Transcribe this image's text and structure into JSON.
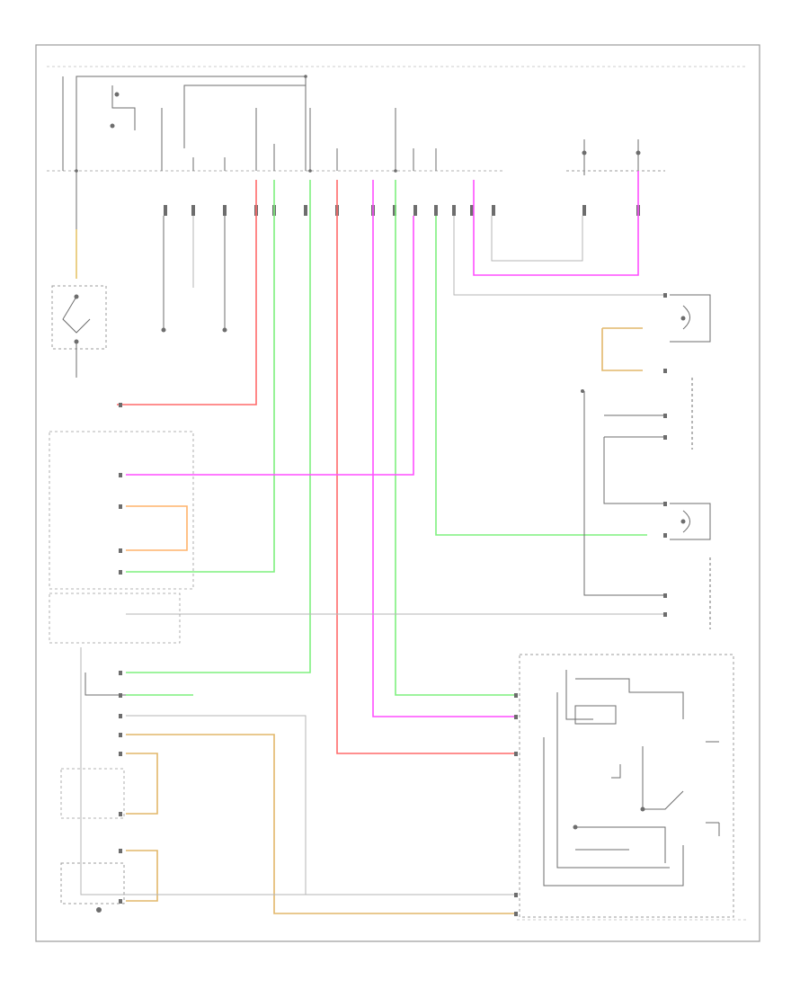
{
  "diagram": {
    "title": "",
    "footer_left": "",
    "footer_right": "",
    "wire_colors": {
      "red": "#ff6a6a",
      "green": "#7ff07f",
      "magenta": "#ff4fff",
      "orange": "#ffb36b",
      "yellow": "#e6c46a",
      "tan": "#e2b76a",
      "black": "#6d6d6d",
      "gray": "#b6b6b6",
      "frame": "#9b9b9b"
    },
    "components": [
      {
        "id": "fuse-block-top-left",
        "label": ""
      },
      {
        "id": "fuse-block-top-right",
        "label": ""
      },
      {
        "id": "light-control-switch",
        "label": ""
      },
      {
        "id": "right-console-switch",
        "label": ""
      },
      {
        "id": "left-side-connector",
        "label": ""
      },
      {
        "id": "lower-left-connector",
        "label": ""
      },
      {
        "id": "bottom-left-connector",
        "label": ""
      },
      {
        "id": "bottom-right-module",
        "label": ""
      },
      {
        "id": "right-side-relay",
        "label": ""
      },
      {
        "id": "right-middle-connector",
        "label": ""
      }
    ]
  }
}
